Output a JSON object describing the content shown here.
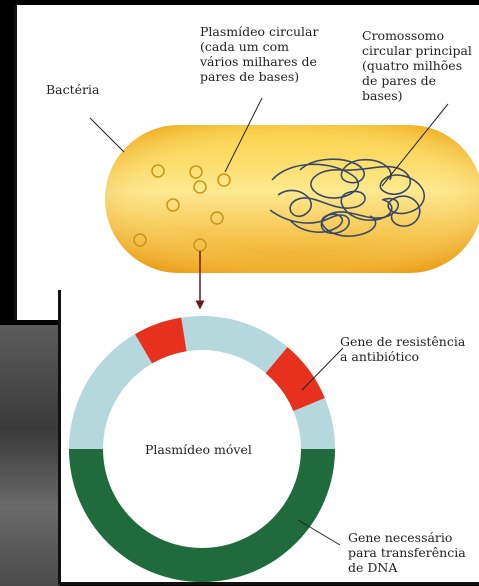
{
  "labels": {
    "bacteria": "Bactéria",
    "circular_plasmid": "Plasmídeo circular\n(cada um com\nvários milhares de\npares de bases)",
    "chromosome": "Cromossomo\ncircular principal\n(quatro milhões\nde pares de bases)",
    "mobile_plasmid": "Plasmídeo móvel",
    "resistance_gene": "Gene de resistência\na antibiótico",
    "transfer_gene": "Gene necessário\npara transferência\nde DNA"
  },
  "colors": {
    "bacterium_fill": "#f7c52a",
    "bacterium_glow": "#fde98f",
    "ring_light": "#b5d8dc",
    "ring_resistance": "#e8301e",
    "ring_transfer": "#1f6b3c",
    "chromosome_line": "#3a4a66",
    "plasmid_circle": "#c99418"
  },
  "icons": {
    "small_plasmid": "plasmid-circle-icon",
    "chromosome": "tangled-dna-icon",
    "arrow": "arrow-down-icon"
  }
}
